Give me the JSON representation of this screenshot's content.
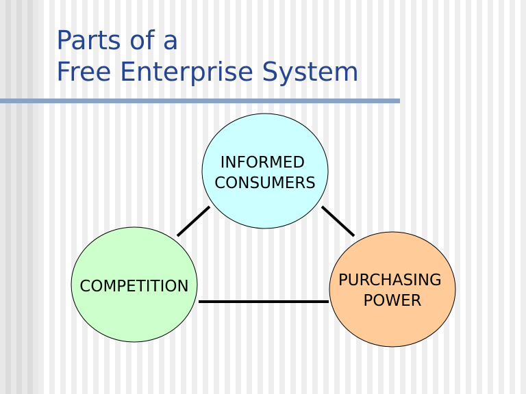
{
  "slide": {
    "title_line1": "Parts of a",
    "title_line2": "Free Enterprise System"
  },
  "diagram": {
    "nodes": [
      {
        "id": "informed-consumers",
        "lines": [
          "INFORMED",
          "CONSUMERS"
        ],
        "fill": "#ccffff"
      },
      {
        "id": "competition",
        "lines": [
          "COMPETITION"
        ],
        "fill": "#ccffcc"
      },
      {
        "id": "purchasing-power",
        "lines": [
          "PURCHASING",
          "POWER"
        ],
        "fill": "#ffcc99"
      }
    ],
    "edges": [
      {
        "from": "informed-consumers",
        "to": "competition"
      },
      {
        "from": "informed-consumers",
        "to": "purchasing-power"
      },
      {
        "from": "competition",
        "to": "purchasing-power"
      }
    ]
  },
  "colors": {
    "title": "#25468e",
    "rule": "#8aa3c4",
    "line": "#000000"
  }
}
